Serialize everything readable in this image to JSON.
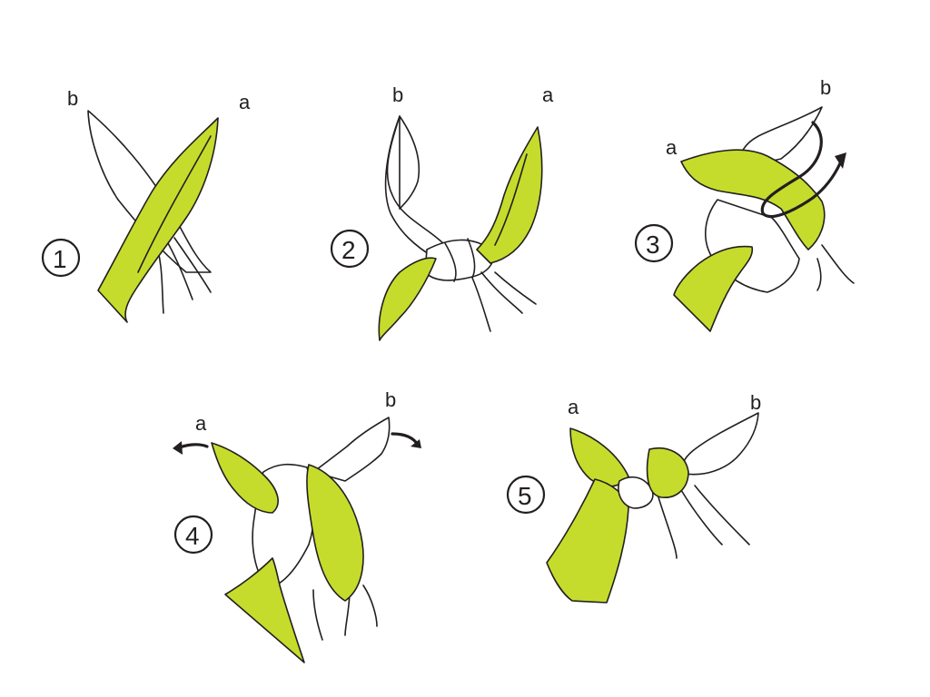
{
  "colors": {
    "accent": "#c6dc2c",
    "ink": "#231f20",
    "background": "#ffffff"
  },
  "steps": [
    {
      "number": "①",
      "end_a": "a",
      "end_b": "b"
    },
    {
      "number": "②",
      "end_a": "a",
      "end_b": "b"
    },
    {
      "number": "③",
      "end_a": "a",
      "end_b": "b"
    },
    {
      "number": "④",
      "end_a": "a",
      "end_b": "b"
    },
    {
      "number": "⑤",
      "end_a": "a",
      "end_b": "b"
    }
  ]
}
